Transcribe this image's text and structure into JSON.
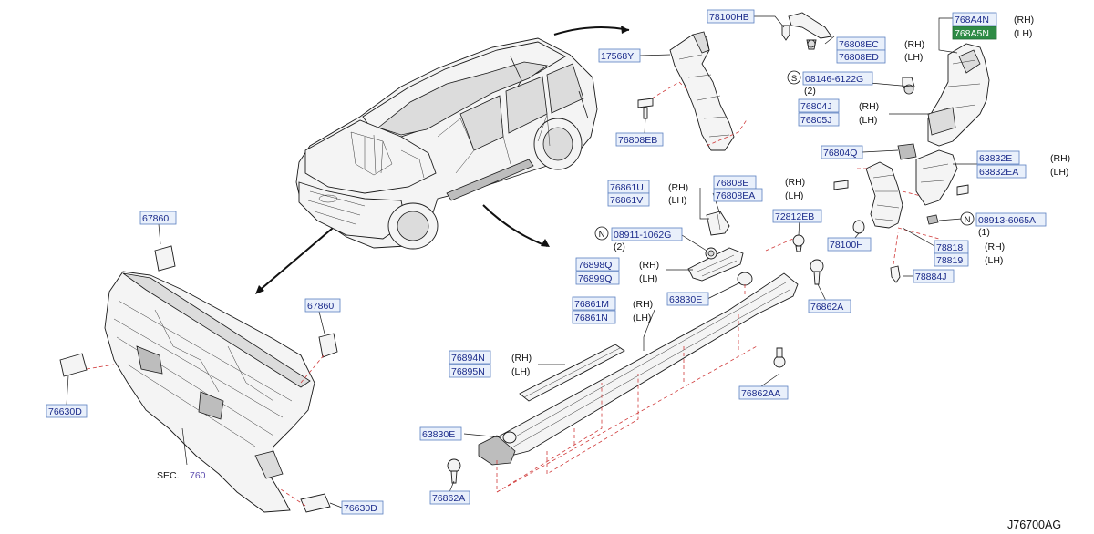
{
  "diagram_id": "J76700AG",
  "section_ref": {
    "prefix": "SEC.",
    "number": "760"
  },
  "side_marks": {
    "rh": "(RH)",
    "lh": "(LH)"
  },
  "callouts": [
    {
      "id": "c-78100HB",
      "code": "78100HB"
    },
    {
      "id": "c-17568Y",
      "code": "17568Y"
    },
    {
      "id": "c-76808EB",
      "code": "76808EB"
    },
    {
      "id": "c-768A4N",
      "code": "768A4N",
      "side": "(RH)"
    },
    {
      "id": "c-768A5N",
      "code": "768A5N",
      "side": "(LH)",
      "highlight": true
    },
    {
      "id": "c-76808EC",
      "code": "76808EC",
      "side": "(RH)"
    },
    {
      "id": "c-76808ED",
      "code": "76808ED",
      "side": "(LH)"
    },
    {
      "id": "c-08146-6122G",
      "code": "08146-6122G",
      "badge": "S",
      "qty": "(2)"
    },
    {
      "id": "c-76804J",
      "code": "76804J",
      "side": "(RH)"
    },
    {
      "id": "c-76805J",
      "code": "76805J",
      "side": "(LH)"
    },
    {
      "id": "c-76804Q",
      "code": "76804Q"
    },
    {
      "id": "c-63832E",
      "code": "63832E",
      "side": "(RH)"
    },
    {
      "id": "c-63832EA",
      "code": "63832EA",
      "side": "(LH)"
    },
    {
      "id": "c-76861U",
      "code": "76861U",
      "side": "(RH)"
    },
    {
      "id": "c-76861V",
      "code": "76861V",
      "side": "(LH)"
    },
    {
      "id": "c-76808E",
      "code": "76808E"
    },
    {
      "id": "c-76808EA",
      "code": "76808EA"
    },
    {
      "id": "c-08911-1062G",
      "code": "08911-1062G",
      "badge": "N",
      "qty": "(2)"
    },
    {
      "id": "c-72812EB",
      "code": "72812EB"
    },
    {
      "id": "c-78100H",
      "code": "78100H"
    },
    {
      "id": "c-08913-6065A",
      "code": "08913-6065A",
      "badge": "N",
      "qty": "(1)"
    },
    {
      "id": "c-78818",
      "code": "78818",
      "side": "(RH)"
    },
    {
      "id": "c-78819",
      "code": "78819",
      "side": "(LH)"
    },
    {
      "id": "c-78884J",
      "code": "78884J"
    },
    {
      "id": "c-76898Q",
      "code": "76898Q",
      "side": "(RH)"
    },
    {
      "id": "c-76899Q",
      "code": "76899Q",
      "side": "(LH)"
    },
    {
      "id": "c-63830E-top",
      "code": "63830E"
    },
    {
      "id": "c-76862A-right",
      "code": "76862A"
    },
    {
      "id": "c-76861M",
      "code": "76861M",
      "side": "(RH)"
    },
    {
      "id": "c-76861N",
      "code": "76861N",
      "side": "(LH)"
    },
    {
      "id": "c-76894N",
      "code": "76894N",
      "side": "(RH)"
    },
    {
      "id": "c-76895N",
      "code": "76895N",
      "side": "(LH)"
    },
    {
      "id": "c-76862AA",
      "code": "76862AA"
    },
    {
      "id": "c-63830E-bottom",
      "code": "63830E"
    },
    {
      "id": "c-76862A-bottom",
      "code": "76862A"
    },
    {
      "id": "c-67860-left",
      "code": "67860"
    },
    {
      "id": "c-67860-right",
      "code": "67860"
    },
    {
      "id": "c-76630D-left",
      "code": "76630D"
    },
    {
      "id": "c-76630D-bottom",
      "code": "76630D"
    }
  ],
  "colors": {
    "label_fill": "#e9f0fb",
    "label_stroke": "#5a7fc0",
    "label_text": "#1a2a8a",
    "highlight": "#2e8b45",
    "dash": "#d03a3a"
  }
}
